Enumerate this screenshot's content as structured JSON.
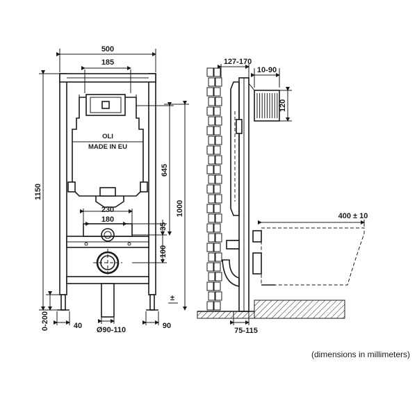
{
  "front_view": {
    "width_total": "500",
    "width_top_plate": "185",
    "height_total": "1150",
    "height_plate": "645",
    "height_inlet": "1000",
    "height_outlet_spacing": "100",
    "height_bolt_offset": "35",
    "spacing_outer_bolts": "230",
    "spacing_inner_bolts": "180",
    "leg_adjust": "0-200",
    "foot_width_left": "40",
    "foot_width_right": "90",
    "drain_diameter": "Ø90-110",
    "floor_symbol": "±",
    "brand_line_1": "OLI",
    "brand_line_2": "MADE IN EU"
  },
  "side_view": {
    "wall_offset": "127-170",
    "button_depth": "10-90",
    "button_height": "120",
    "bowl_projection": "400 ± 10",
    "bottom_offset": "75-115"
  },
  "footnote": "(dimensions in millimeters)"
}
